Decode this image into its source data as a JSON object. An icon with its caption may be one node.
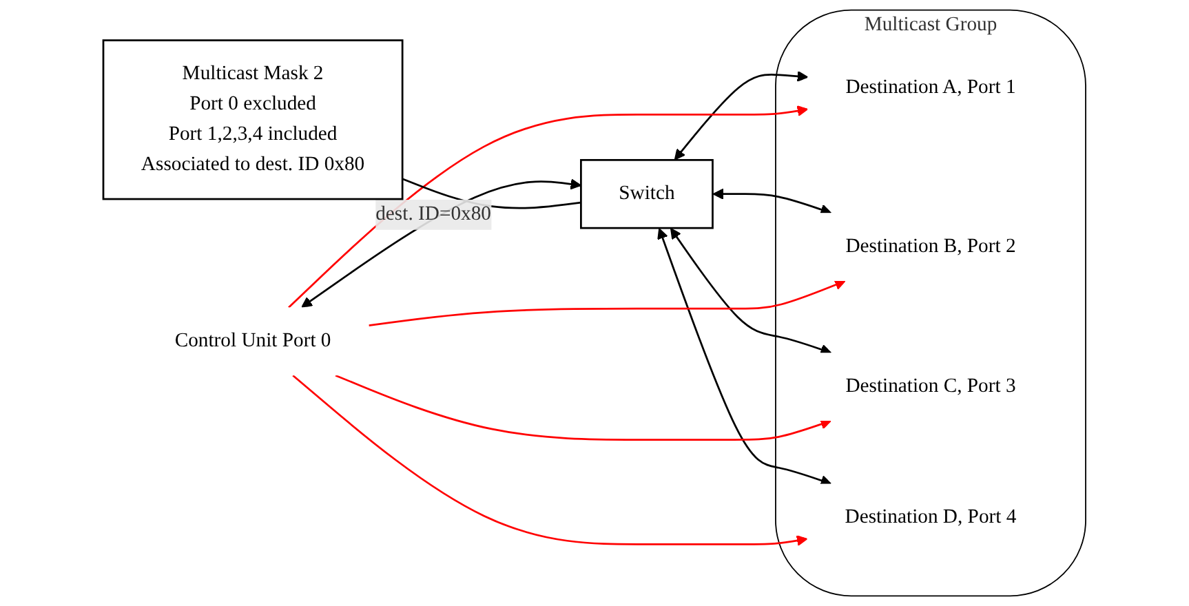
{
  "diagram": {
    "nodes": [
      {
        "text": [
          "Multicast Group"
        ]
      },
      {
        "text": [
          "Destination A, Port 1"
        ],
        "in": 0
      },
      {
        "text": [
          "Destination B, Port 2"
        ],
        "in": 0
      },
      {
        "text": [
          "Destination C, Port 3"
        ],
        "in": 0
      },
      {
        "text": [
          "Destination D, Port 4"
        ],
        "in": 0
      },
      {
        "text": [
          "Control Unit Port 0"
        ]
      },
      {
        "text": [
          "Switch"
        ]
      },
      {
        "text": [
          "Multicast Mask 2",
          "Port 0 excluded",
          "Port 1,2,3,4 included",
          "Associated to dest. ID 0x80"
        ]
      }
    ],
    "edges": [
      {
        "from": 5,
        "to": 6,
        "arrow": "both",
        "label": "dest. ID=0x80"
      },
      {
        "from": 6,
        "to": 1,
        "arrow": "both"
      },
      {
        "from": 6,
        "to": 2,
        "arrow": "both"
      },
      {
        "from": 6,
        "to": 3,
        "arrow": "both"
      },
      {
        "from": 6,
        "to": 4,
        "arrow": "both"
      },
      {
        "from": 5,
        "to": 1,
        "arrow": "to",
        "color": "#ff0000"
      },
      {
        "from": 5,
        "to": 2,
        "arrow": "to",
        "color": "#ff0000"
      },
      {
        "from": 5,
        "to": 3,
        "arrow": "to",
        "color": "#ff0000"
      },
      {
        "from": 5,
        "to": 4,
        "arrow": "to",
        "color": "#ff0000"
      },
      {
        "from": 7,
        "to": 6,
        "arrow": "none"
      }
    ]
  }
}
